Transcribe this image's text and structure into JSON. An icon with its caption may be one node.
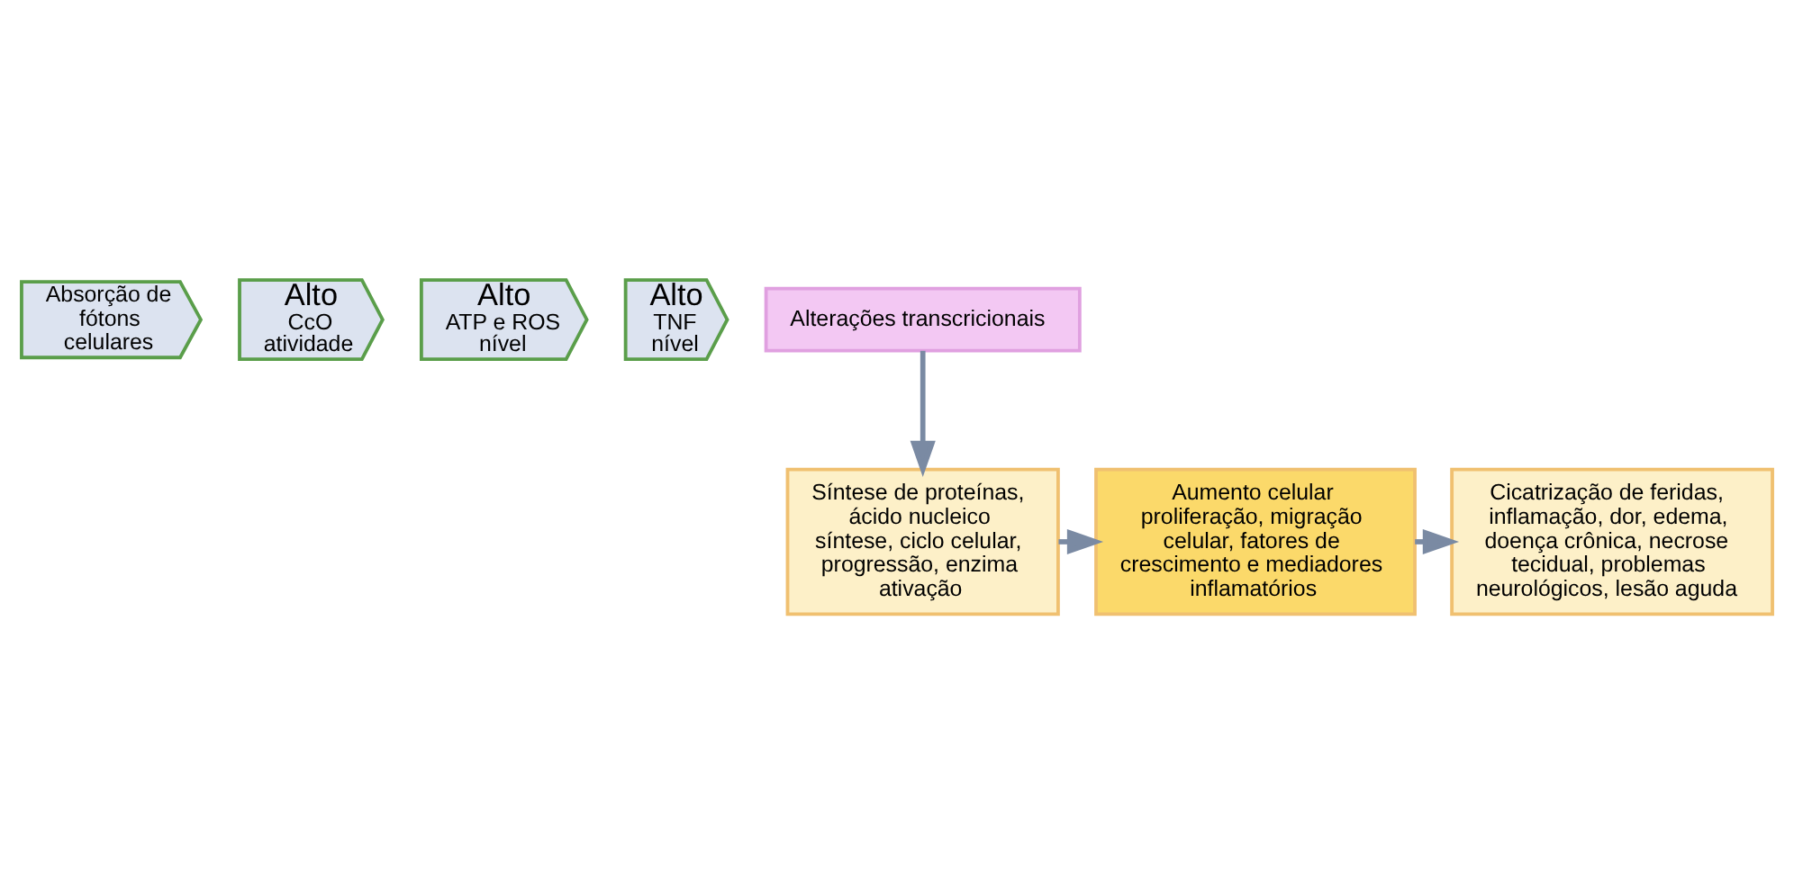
{
  "diagram": {
    "nodes": [
      {
        "text": [
          "Absorção de fótons celulares"
        ]
      },
      {
        "text": [
          "Alto",
          "CcO atividade"
        ]
      },
      {
        "text": [
          "Alto",
          "ATP e ROS nível"
        ]
      },
      {
        "text": [
          "Alto",
          "TNF nível"
        ]
      },
      {
        "text": [
          "Alterações transcricionais"
        ]
      },
      {
        "text": [
          "Síntese de proteínas, ácido nucleico",
          "síntese, ciclo celular, progressão, enzima ativação"
        ]
      },
      {
        "text": [
          "Aumento celular proliferação, migração celular, fatores de crescimento e mediadores inflamatórios"
        ]
      },
      {
        "text": [
          "Cicatrização de feridas, inflamação, dor, edema, doença crônica, necrose tecidual, problemas neurológicos, lesão aguda"
        ]
      }
    ],
    "edges": [
      {
        "from": 4,
        "to": 5,
        "arrow": "to"
      },
      {
        "from": 5,
        "to": 6,
        "arrow": "to"
      },
      {
        "from": 6,
        "to": 7,
        "arrow": "to"
      }
    ]
  }
}
